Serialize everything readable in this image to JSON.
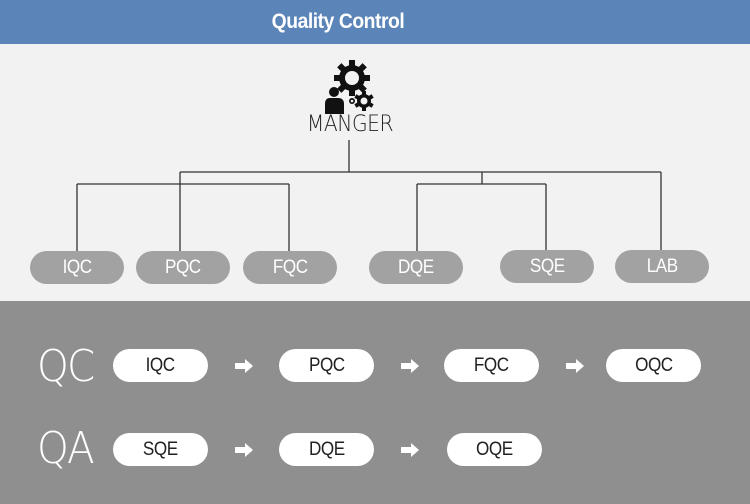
{
  "header": {
    "title": "Quality Control"
  },
  "colors": {
    "header_bg": "#5b84b8",
    "org_bg": "#f2f2f2",
    "node_fill": "#a2a2a2",
    "band_bg": "#8f8f8f",
    "connector": "#333333"
  },
  "org_chart": {
    "root": {
      "label": "MANGER",
      "icon": "manager-gears-icon"
    },
    "groups": [
      {
        "name": "QC",
        "children": [
          "IQC",
          "PQC",
          "FQC"
        ]
      },
      {
        "name": "QA",
        "children": [
          "DQE",
          "SQE"
        ]
      },
      {
        "name": "LAB",
        "children": [
          "LAB"
        ]
      }
    ],
    "nodes": [
      "IQC",
      "PQC",
      "FQC",
      "DQE",
      "SQE",
      "LAB"
    ]
  },
  "flows": [
    {
      "label": "QC",
      "steps": [
        "IQC",
        "PQC",
        "FQC",
        "OQC"
      ],
      "arrow_icon": "right-arrow-icon"
    },
    {
      "label": "QA",
      "steps": [
        "SQE",
        "DQE",
        "OQE"
      ],
      "arrow_icon": "right-arrow-icon"
    }
  ]
}
